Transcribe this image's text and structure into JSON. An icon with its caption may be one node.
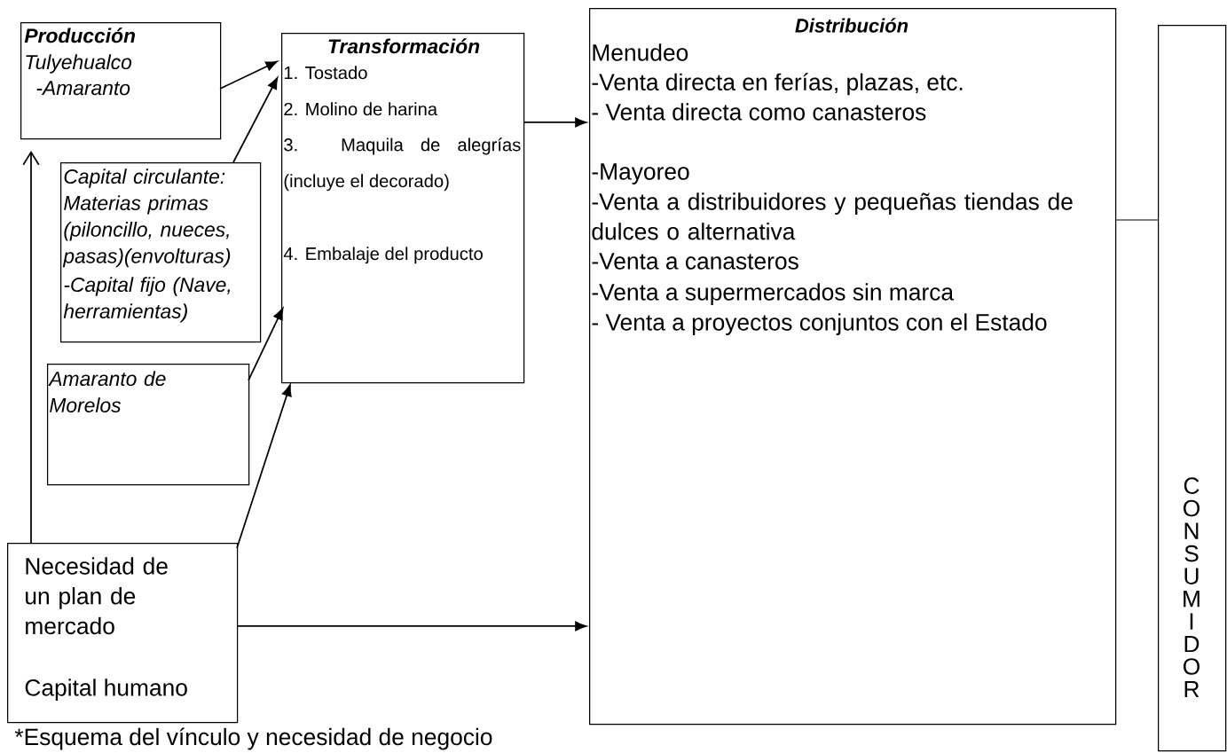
{
  "diagram": {
    "caption": "*Esquema del vínculo y necesidad de negocio",
    "nodes": [
      {
        "text": [
          "Producción",
          "Tulyehualco",
          "-Amaranto"
        ]
      },
      {
        "text": [
          "Transformación",
          "1. Tostado",
          "2. Molino de harina",
          "3. Maquila de alegrías (incluye el decorado)",
          "4. Embalaje del producto"
        ]
      },
      {
        "text": [
          "Distribución",
          "Menudeo",
          "-Venta directa en ferías, plazas, etc.",
          "- Venta directa como canasteros",
          "-Mayoreo",
          "-Venta a distribuidores y pequeñas tiendas de dulces o alternativa",
          "-Venta a canasteros",
          "-Venta a supermercados sin marca",
          "- Venta a proyectos conjuntos con el Estado"
        ]
      },
      {
        "text": [
          "CONSUMIDOR"
        ]
      },
      {
        "text": [
          "Capital circulante: Materias primas (piloncillo, nueces, pasas)(envolturas)",
          "-Capital fijo (Nave, herramientas)"
        ]
      },
      {
        "text": [
          "Amaranto de Morelos"
        ]
      },
      {
        "text": [
          "Necesidad de un plan de mercado",
          "Capital humano"
        ]
      }
    ],
    "edges": [
      {
        "from": 0,
        "to": 1,
        "arrow": "to"
      },
      {
        "from": 4,
        "to": 1,
        "arrow": "to"
      },
      {
        "from": 5,
        "to": 1,
        "arrow": "to"
      },
      {
        "from": 6,
        "to": 1,
        "arrow": "to"
      },
      {
        "from": 1,
        "to": 2,
        "arrow": "to"
      },
      {
        "from": 6,
        "to": 2,
        "arrow": "to"
      },
      {
        "from": 6,
        "to": 0,
        "arrow": "to"
      },
      {
        "from": 2,
        "to": 3,
        "arrow": "none"
      }
    ]
  }
}
